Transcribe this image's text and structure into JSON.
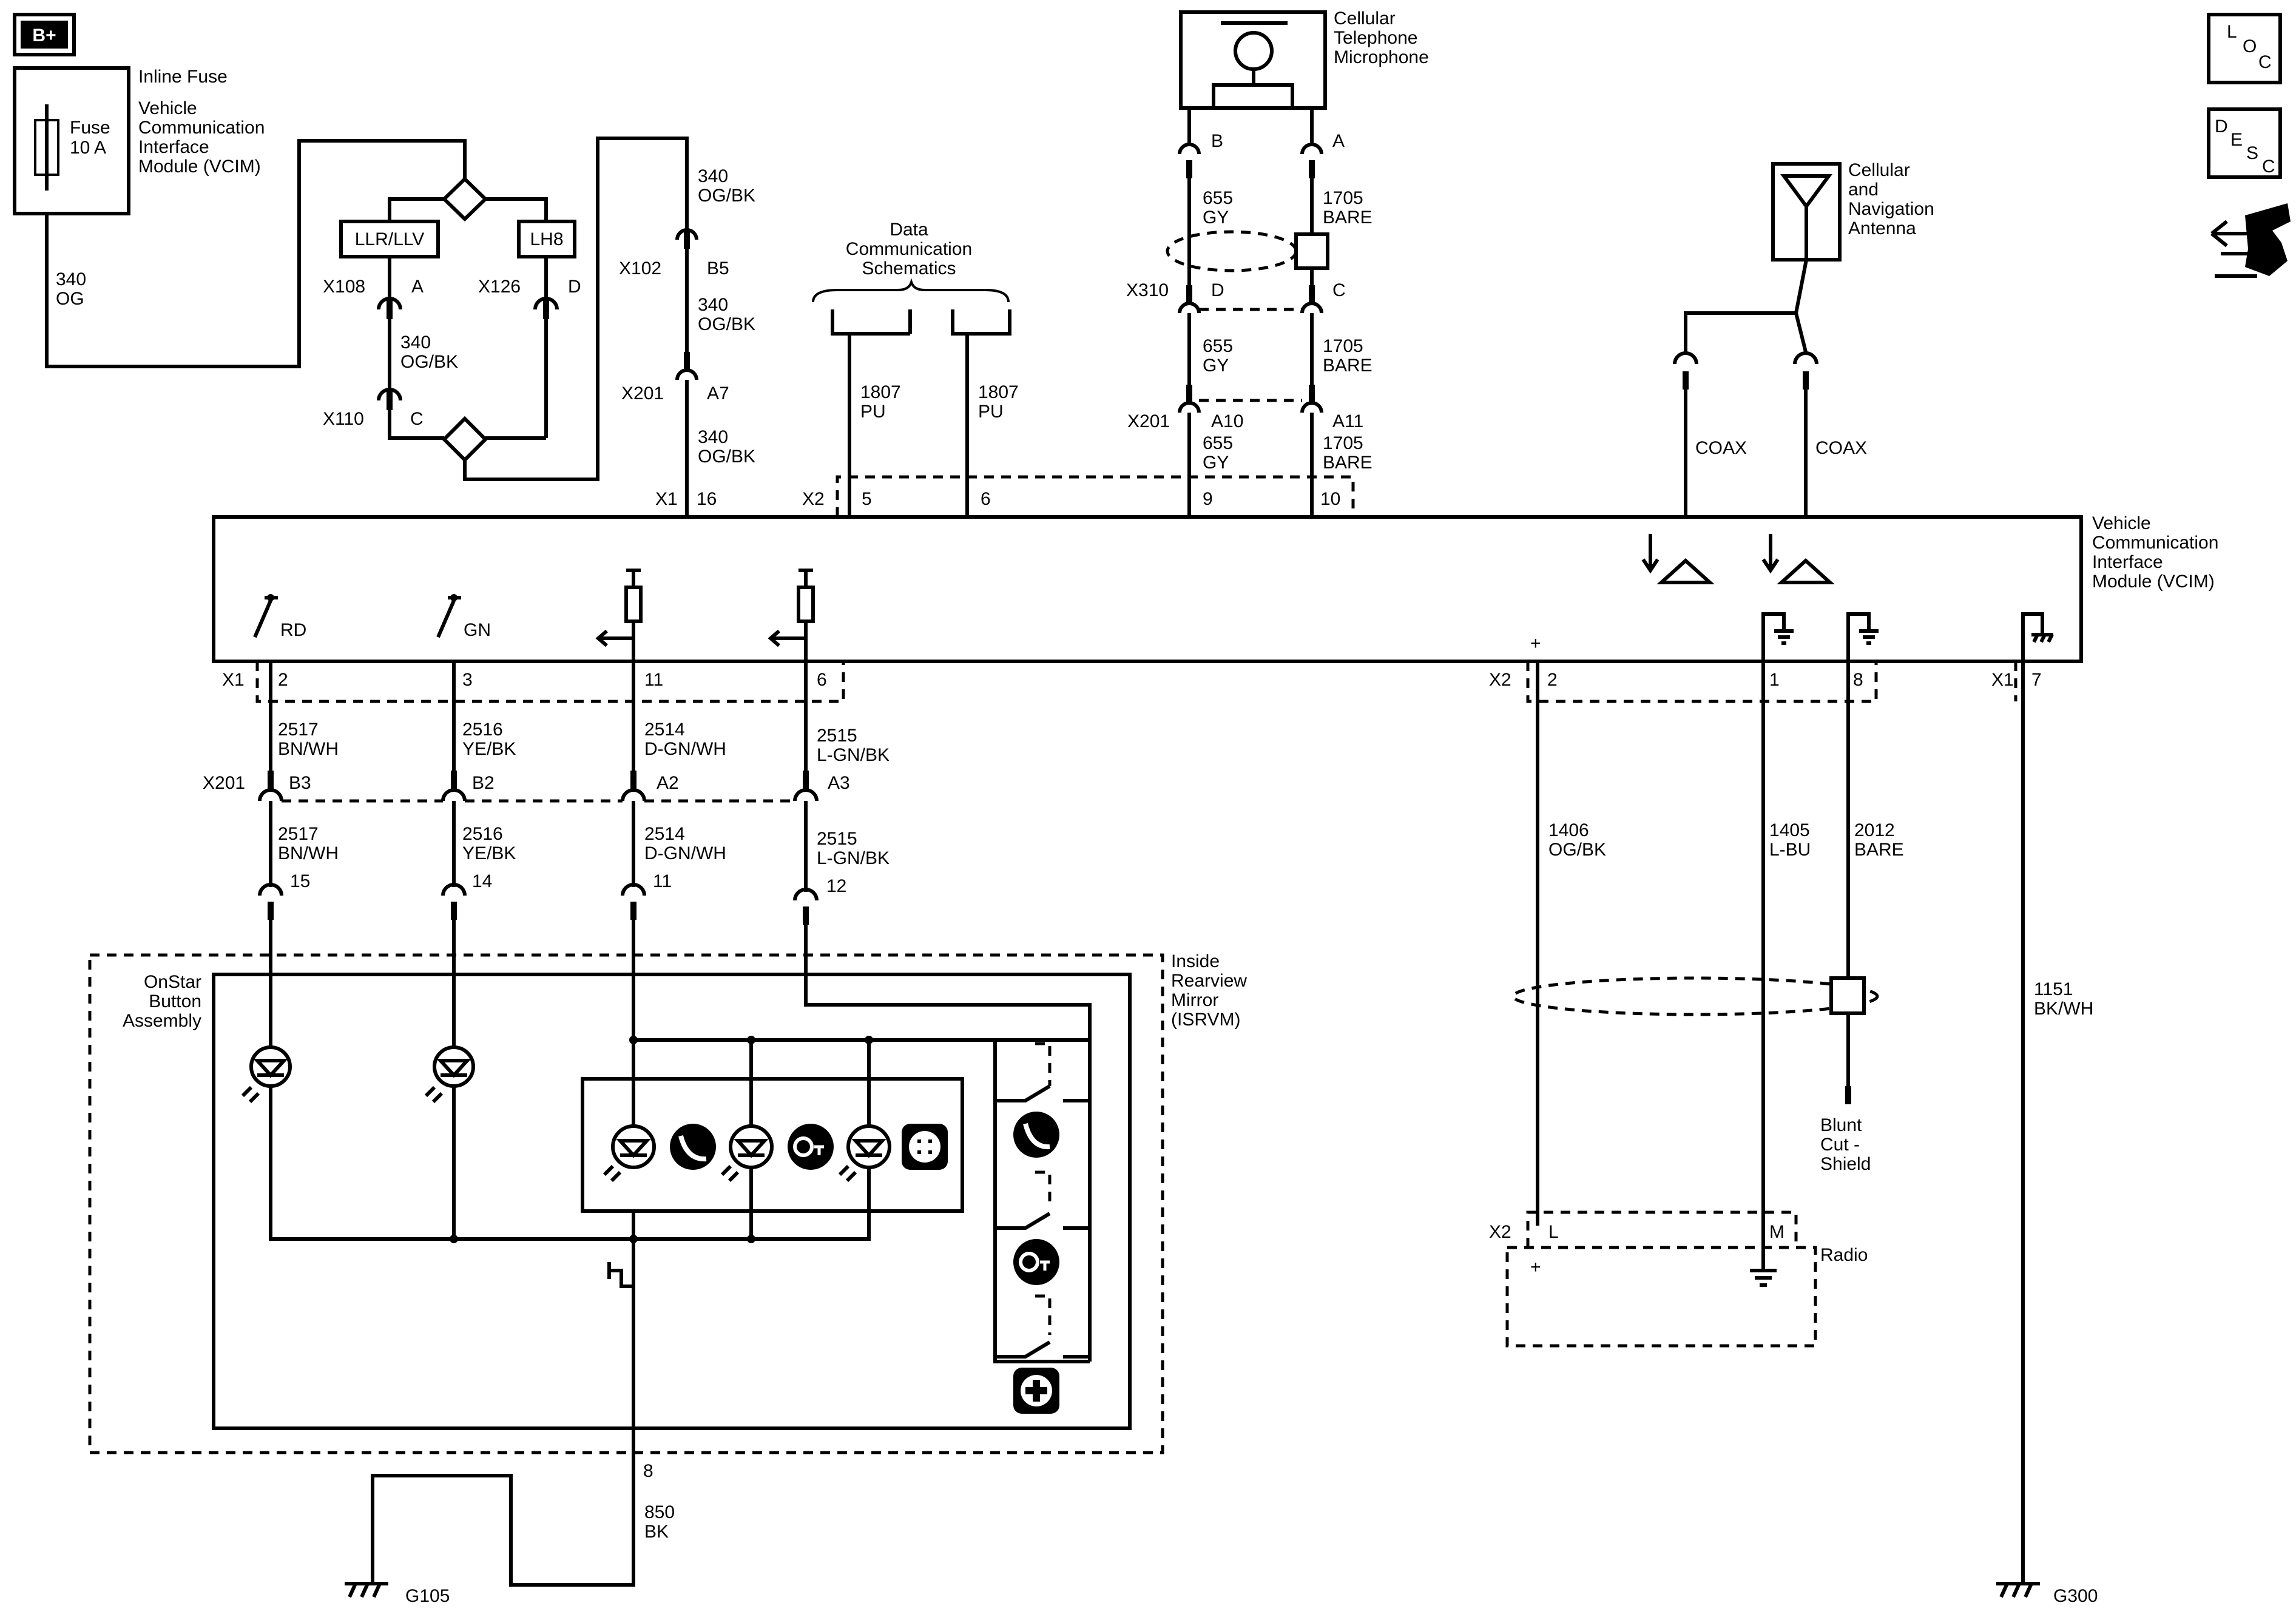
{
  "colors": {
    "ink": "#000000",
    "paper": "#ffffff"
  },
  "badges": {
    "bplus": "B+",
    "loc": [
      "L",
      "O",
      "C"
    ],
    "desc": [
      "D",
      "E",
      "S",
      "C"
    ]
  },
  "fuse": {
    "title": "Inline Fuse",
    "location": [
      "Vehicle",
      "Communication",
      "Interface",
      "Module (VCIM)"
    ],
    "label": [
      "Fuse",
      "10 A"
    ],
    "wire": [
      "340",
      "OG"
    ]
  },
  "options": {
    "left": "LLR/LLV",
    "right": "LH8"
  },
  "bus_wire_labels": {
    "x108_x110": [
      "340",
      "OG/BK"
    ],
    "b5_top": [
      "340",
      "OG/BK"
    ],
    "b5_a7": [
      "340",
      "OG/BK"
    ],
    "a7_16": [
      "340",
      "OG/BK"
    ]
  },
  "connectors": {
    "x108": "X108",
    "a": "A",
    "x126": "X126",
    "d": "D",
    "x110": "X110",
    "c": "C",
    "x102": "X102",
    "b5": "B5",
    "x201": "X201",
    "a7": "A7",
    "x1": "X1",
    "pin16": "16",
    "bplus": "B+",
    "x2": "X2",
    "pin5": "5",
    "pin6": "6",
    "pin9": "9",
    "pin10": "10",
    "x310": "X310",
    "x310_d": "D",
    "x310_c": "C",
    "a10": "A10",
    "a11": "A11",
    "mic_b": "B",
    "mic_a": "A"
  },
  "data_comm": {
    "title": [
      "Data",
      "Communication",
      "Schematics"
    ],
    "wire1": [
      "1807",
      "PU"
    ],
    "wire2": [
      "1807",
      "PU"
    ]
  },
  "microphone": {
    "title": [
      "Cellular",
      "Telephone",
      "Microphone"
    ],
    "w655_top": [
      "655",
      "GY"
    ],
    "w1705_top": [
      "1705",
      "BARE"
    ],
    "w655_mid": [
      "655",
      "GY"
    ],
    "w1705_mid": [
      "1705",
      "BARE"
    ],
    "w655_bot": [
      "655",
      "GY"
    ],
    "w1705_bot": [
      "1705",
      "BARE"
    ]
  },
  "antenna": {
    "title": [
      "Cellular",
      "and",
      "Navigation",
      "Antenna"
    ],
    "coax1": "COAX",
    "coax2": "COAX"
  },
  "vcim": {
    "title": [
      "Vehicle",
      "Communication",
      "Interface",
      "Module (VCIM)"
    ]
  },
  "vcim_switches": {
    "rd": "RD",
    "gn": "GN"
  },
  "bottom_pins": {
    "x1": "X1",
    "p2": "2",
    "p3": "3",
    "p11": "11",
    "p6": "6",
    "x2": "X2",
    "x2_2": "2",
    "x2_1": "1",
    "x2_8": "8",
    "x1b": "X1",
    "x1_7": "7"
  },
  "lower_wires": {
    "w2517a": [
      "2517",
      "BN/WH"
    ],
    "w2516a": [
      "2516",
      "YE/BK"
    ],
    "w2514a": [
      "2514",
      "D-GN/WH"
    ],
    "w2515a": [
      "2515",
      "L-GN/BK"
    ],
    "x201": "X201",
    "b3": "B3",
    "b2": "B2",
    "a2": "A2",
    "a3": "A3",
    "w2517b": [
      "2517",
      "BN/WH"
    ],
    "w2516b": [
      "2516",
      "YE/BK"
    ],
    "w2514b": [
      "2514",
      "D-GN/WH"
    ],
    "w2515b": [
      "2515",
      "L-GN/BK"
    ],
    "p15": "15",
    "p14": "14",
    "p11": "11",
    "p12": "12"
  },
  "onstar": {
    "assembly": [
      "OnStar",
      "Button",
      "Assembly"
    ],
    "mirror": [
      "Inside",
      "Rearview",
      "Mirror",
      "(ISRVM)"
    ],
    "p8": "8",
    "ground_wire": [
      "850",
      "BK"
    ],
    "g105": "G105"
  },
  "right_wires": {
    "w1406": [
      "1406",
      "OG/BK"
    ],
    "w1405": [
      "1405",
      "L-BU"
    ],
    "w2012": [
      "2012",
      "BARE"
    ],
    "w1151": [
      "1151",
      "BK/WH"
    ],
    "shield": [
      "Blunt",
      "Cut -",
      "Shield"
    ],
    "g300": "G300"
  },
  "radio": {
    "title": "Radio",
    "x2": "X2",
    "l": "L",
    "m": "M"
  }
}
